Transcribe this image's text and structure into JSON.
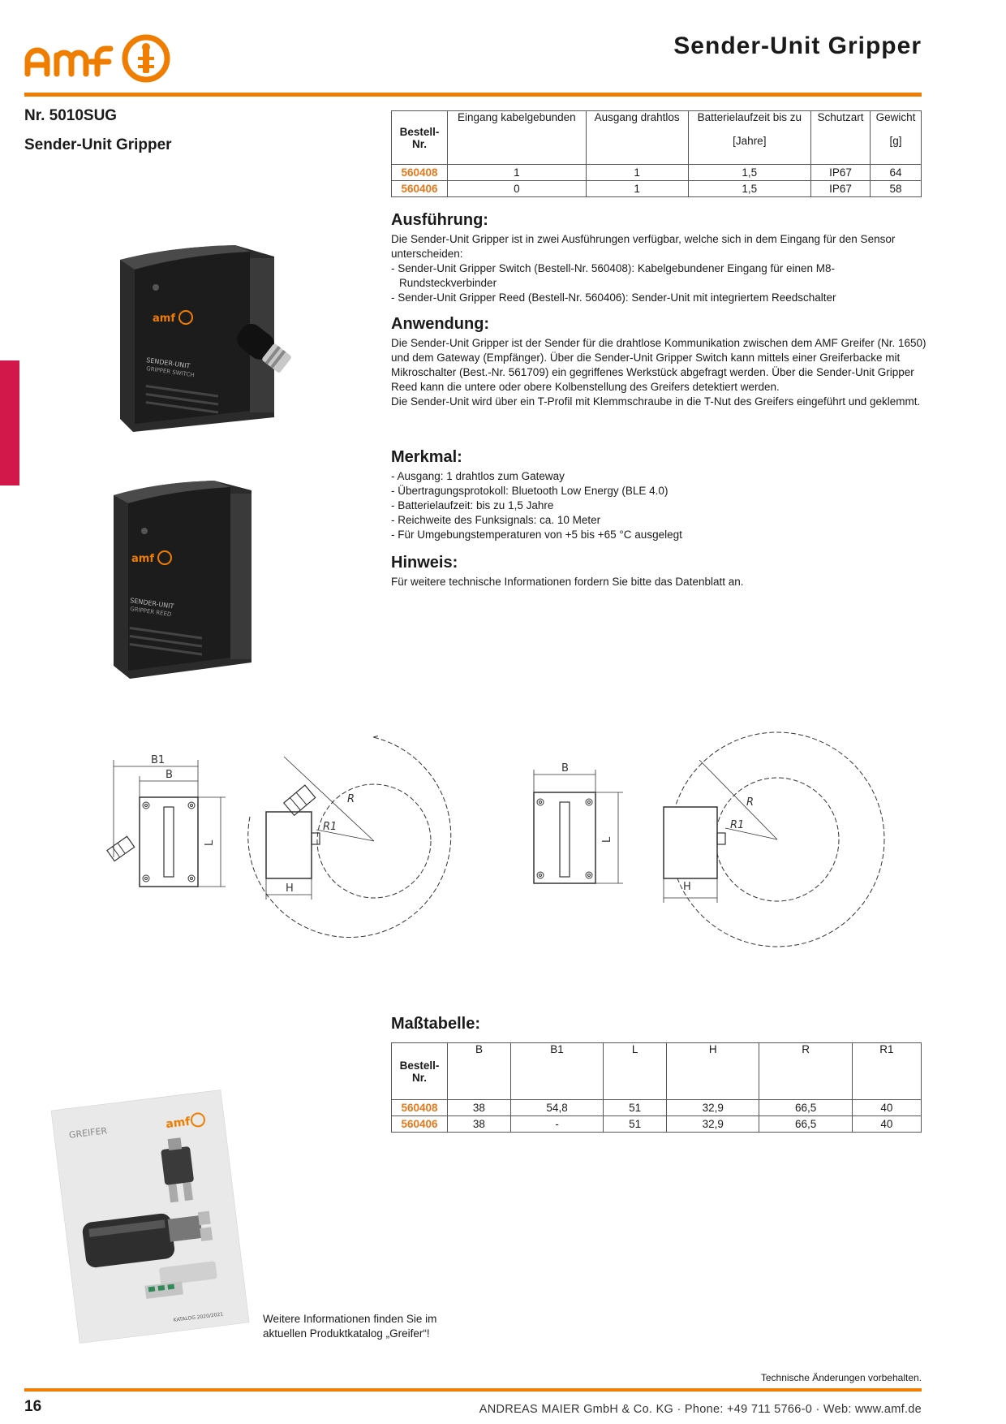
{
  "header": {
    "logo_text": "amf",
    "title": "Sender-Unit Gripper"
  },
  "product": {
    "number": "Nr. 5010SUG",
    "name": "Sender-Unit Gripper"
  },
  "spec_table": {
    "columns": [
      {
        "label": "Bestell-\nNr.",
        "sub": ""
      },
      {
        "label": "Eingang kabelgebunden",
        "sub": ""
      },
      {
        "label": "Ausgang drahtlos",
        "sub": ""
      },
      {
        "label": "Batterielaufzeit bis zu",
        "sub": "[Jahre]"
      },
      {
        "label": "Schutzart",
        "sub": ""
      },
      {
        "label": "Gewicht",
        "sub": "[g]"
      }
    ],
    "rows": [
      [
        "560408",
        "1",
        "1",
        "1,5",
        "IP67",
        "64"
      ],
      [
        "560406",
        "0",
        "1",
        "1,5",
        "IP67",
        "58"
      ]
    ]
  },
  "ausfuehrung": {
    "heading": "Ausführung:",
    "intro": "Die Sender-Unit Gripper ist in zwei Ausführungen verfügbar, welche sich in dem Eingang für den Sensor unterscheiden:",
    "items": [
      "- Sender-Unit Gripper Switch (Bestell-Nr. 560408): Kabelgebundener Eingang für einen M8-Rundsteckverbinder",
      "- Sender-Unit Gripper Reed (Bestell-Nr. 560406): Sender-Unit mit integriertem Reedschalter"
    ]
  },
  "anwendung": {
    "heading": "Anwendung:",
    "p1": "Die Sender-Unit Gripper ist der Sender für die drahtlose Kommunikation zwischen dem AMF Greifer (Nr. 1650) und dem Gateway (Empfänger). Über die Sender-Unit Gripper Switch kann mittels einer Greiferbacke mit Mikroschalter (Best.-Nr. 561709) ein gegriffenes Werkstück abgefragt werden. Über die Sender-Unit Gripper Reed kann die untere oder obere Kolbenstellung des Greifers detektiert werden.",
    "p2": "Die Sender-Unit wird über ein T-Profil mit Klemmschraube in die T-Nut des Greifers eingeführt und geklemmt."
  },
  "merkmal": {
    "heading": "Merkmal:",
    "items": [
      "- Ausgang: 1 drahtlos zum Gateway",
      "- Übertragungsprotokoll: Bluetooth Low Energy (BLE 4.0)",
      "- Batterielaufzeit: bis zu 1,5 Jahre",
      "- Reichweite des Funksignals: ca. 10 Meter",
      "- Für Umgebungstemperaturen von +5 bis +65 °C ausgelegt"
    ]
  },
  "hinweis": {
    "heading": "Hinweis:",
    "text": "Für weitere technische Informationen fordern Sie bitte das Datenblatt an."
  },
  "photos": {
    "top_label_1": "SENDER-UNIT",
    "top_label_2": "GRIPPER SWITCH",
    "bottom_label_1": "SENDER-UNIT",
    "bottom_label_2": "GRIPPER REED"
  },
  "drawings": {
    "left": {
      "b1": "B1",
      "b": "B",
      "l": "L",
      "h": "H",
      "r": "R",
      "r1": "R1"
    },
    "right": {
      "b": "B",
      "l": "L",
      "h": "H",
      "r": "R",
      "r1": "R1"
    }
  },
  "dim_table": {
    "heading": "Maßtabelle:",
    "columns": [
      "Bestell-\nNr.",
      "B",
      "B1",
      "L",
      "H",
      "R",
      "R1"
    ],
    "rows": [
      [
        "560408",
        "38",
        "54,8",
        "51",
        "32,9",
        "66,5",
        "40"
      ],
      [
        "560406",
        "38",
        "-",
        "51",
        "32,9",
        "66,5",
        "40"
      ]
    ]
  },
  "catalog": {
    "cover_label": "GREIFER",
    "cover_year": "KATALOG 2020/2021",
    "note_line1": "Weitere Informationen finden Sie im",
    "note_line2": "aktuellen Produktkatalog „Greifer“!"
  },
  "footer": {
    "disclaimer": "Technische Änderungen vorbehalten.",
    "page_number": "16",
    "company": "ANDREAS MAIER GmbH & Co. KG · Phone: +49 711 5766-0 · Web: www.amf.de"
  },
  "colors": {
    "brand_orange": "#ef7d00",
    "side_tab": "#d2174b"
  }
}
